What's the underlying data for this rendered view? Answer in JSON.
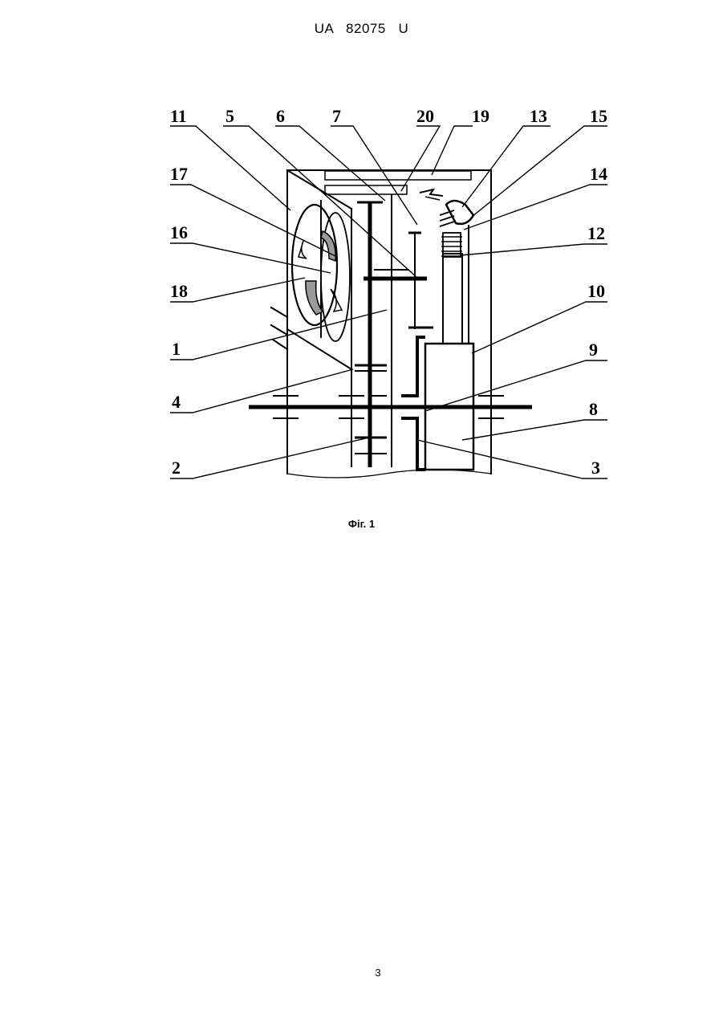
{
  "header": {
    "patent_number": "UA   82075   U"
  },
  "figure": {
    "caption": "Фіг. 1",
    "labels": {
      "l11": "11",
      "l5": "5",
      "l6": "6",
      "l7": "7",
      "l20": "20",
      "l19": "19",
      "l13": "13",
      "l15": "15",
      "l17": "17",
      "l14": "14",
      "l16": "16",
      "l12": "12",
      "l18": "18",
      "l10": "10",
      "l1": "1",
      "l9": "9",
      "l4": "4",
      "l8": "8",
      "l2": "2",
      "l3": "3"
    }
  },
  "footer": {
    "page_number": "3"
  }
}
